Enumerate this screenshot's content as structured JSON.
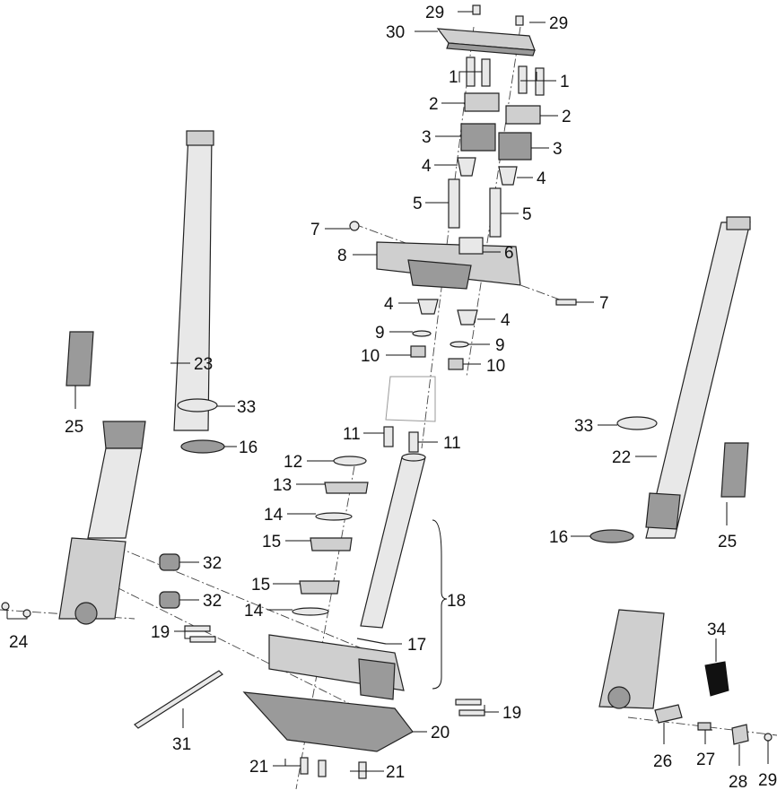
{
  "labels": {
    "l29a": "29",
    "l29b": "29",
    "l30": "30",
    "l1a": "1",
    "l1b": "1",
    "l2a": "2",
    "l2b": "2",
    "l3a": "3",
    "l3b": "3",
    "l4a": "4",
    "l4b": "4",
    "l5a": "5",
    "l5b": "5",
    "l6": "6",
    "l7a": "7",
    "l7b": "7",
    "l8": "8",
    "l4c": "4",
    "l4d": "4",
    "l9a": "9",
    "l9b": "9",
    "l10a": "10",
    "l10b": "10",
    "l11a": "11",
    "l11b": "11",
    "l12": "12",
    "l13": "13",
    "l14a": "14",
    "l15a": "15",
    "l15b": "15",
    "l14b": "14",
    "l18": "18",
    "l17": "17",
    "l19a": "19",
    "l19b": "19",
    "l20": "20",
    "l21a": "21",
    "l21b": "21",
    "l31": "31",
    "l23": "23",
    "l25a": "25",
    "l33a": "33",
    "l16a": "16",
    "l32a": "32",
    "l32b": "32",
    "l24": "24",
    "l33b": "33",
    "l22": "22",
    "l16b": "16",
    "l25b": "25",
    "l34": "34",
    "l26": "26",
    "l27": "27",
    "l28": "28",
    "l29c": "29"
  }
}
